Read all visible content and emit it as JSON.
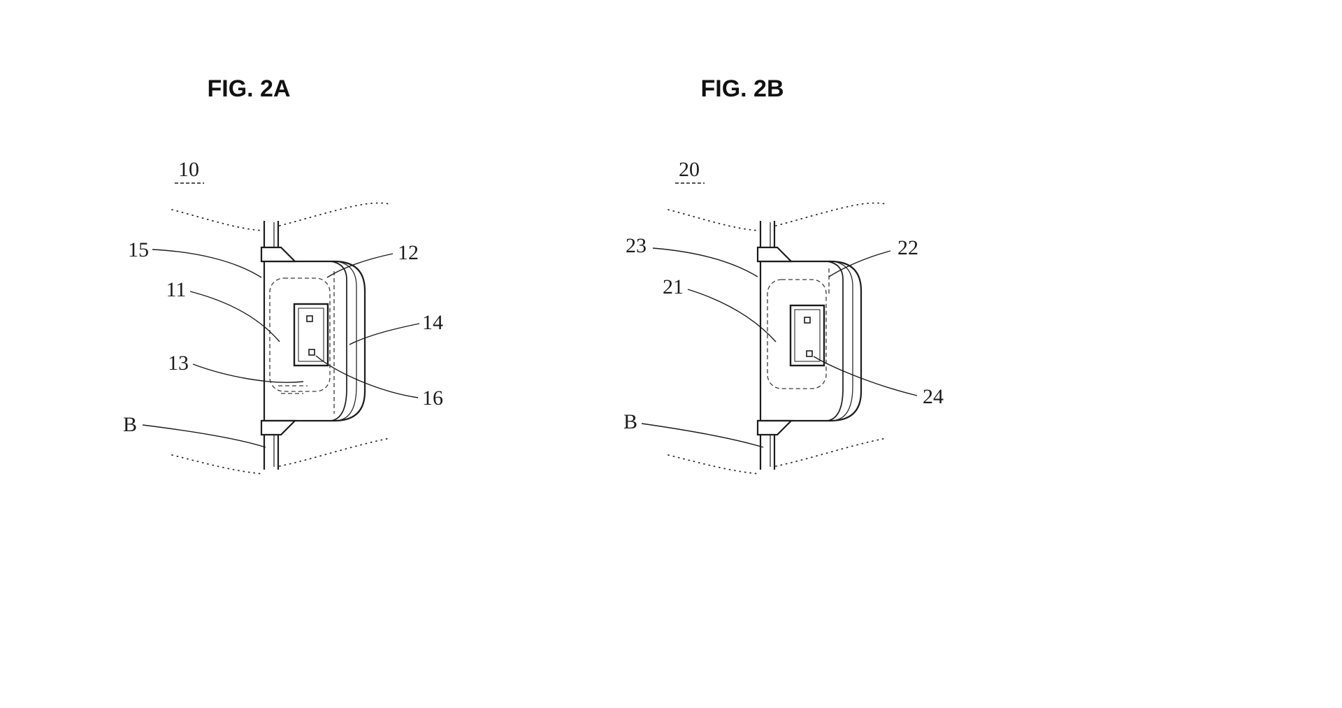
{
  "page": {
    "background": "#ffffff",
    "ink_color": "#1c1c1c"
  },
  "figures": [
    {
      "title": "FIG. 2A",
      "group_label": "10",
      "labels": {
        "l15": "15",
        "l11": "11",
        "l13": "13",
        "lB": "B",
        "l12": "12",
        "l14": "14",
        "l16": "16"
      }
    },
    {
      "title": "FIG. 2B",
      "group_label": "20",
      "labels": {
        "l23": "23",
        "l21": "21",
        "lB": "B",
        "l22": "22",
        "l24": "24"
      }
    }
  ]
}
